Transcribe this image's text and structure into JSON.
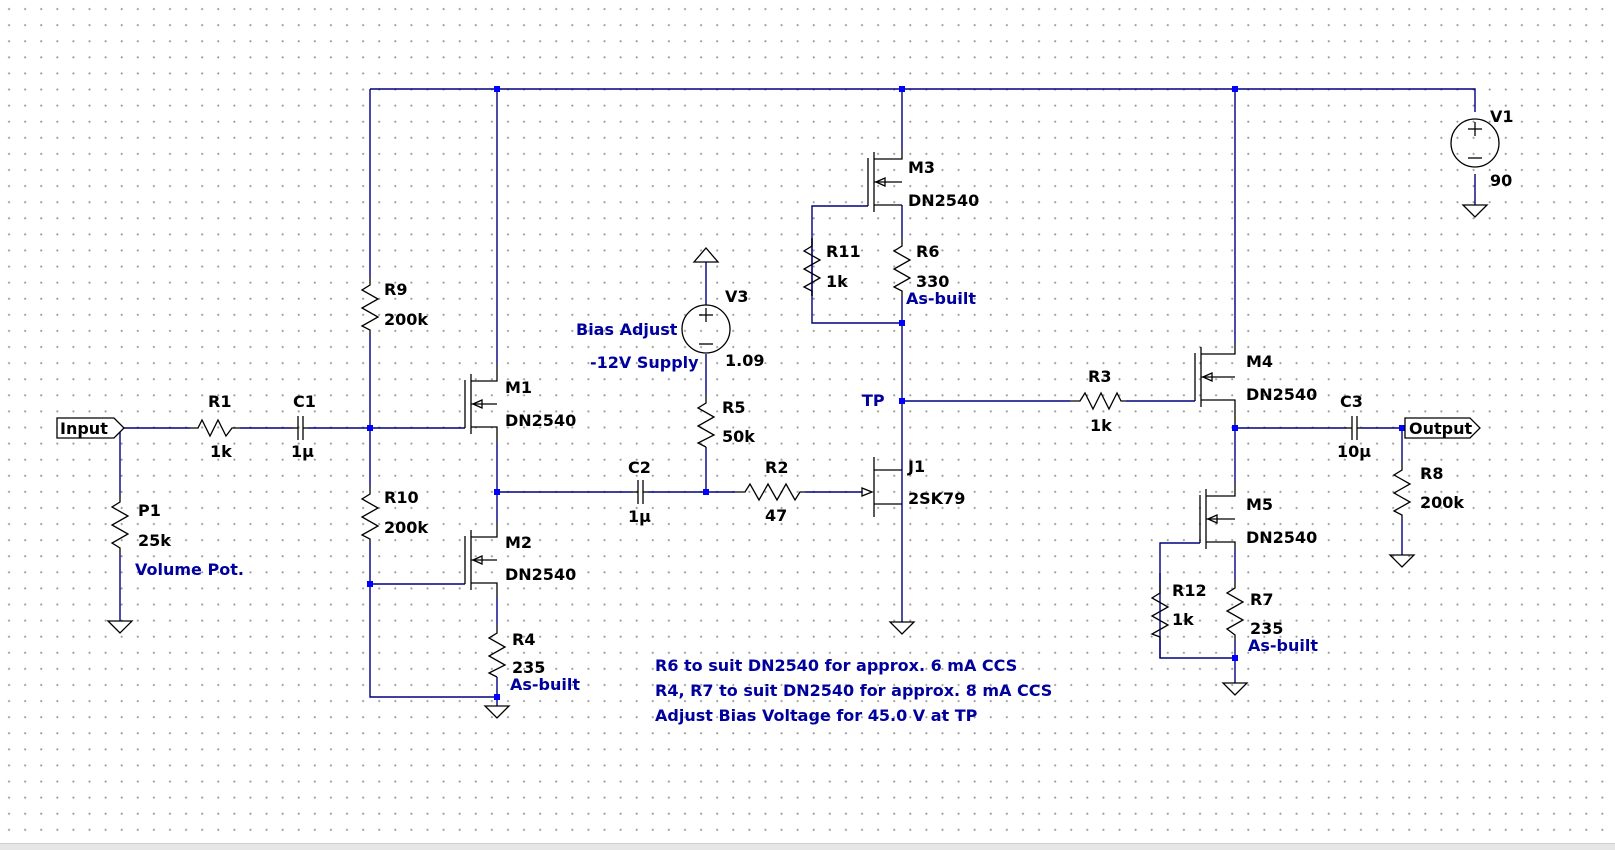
{
  "ports": {
    "input": "Input",
    "output": "Output"
  },
  "components": {
    "V1": {
      "name": "V1",
      "value": "90"
    },
    "V3": {
      "name": "V3",
      "value": "1.09",
      "note1": "Bias Adjust",
      "note2": "-12V Supply"
    },
    "R1": {
      "name": "R1",
      "value": "1k"
    },
    "C1": {
      "name": "C1",
      "value": "1µ"
    },
    "P1": {
      "name": "P1",
      "value": "25k",
      "note": "Volume Pot."
    },
    "R9": {
      "name": "R9",
      "value": "200k"
    },
    "R10": {
      "name": "R10",
      "value": "200k"
    },
    "M1": {
      "name": "M1",
      "value": "DN2540"
    },
    "M2": {
      "name": "M2",
      "value": "DN2540"
    },
    "R4": {
      "name": "R4",
      "value": "235",
      "note": "As-built"
    },
    "C2": {
      "name": "C2",
      "value": "1µ"
    },
    "R5": {
      "name": "R5",
      "value": "50k"
    },
    "R2": {
      "name": "R2",
      "value": "47"
    },
    "J1": {
      "name": "J1",
      "value": "2SK79"
    },
    "M3": {
      "name": "M3",
      "value": "DN2540"
    },
    "R11": {
      "name": "R11",
      "value": "1k"
    },
    "R6": {
      "name": "R6",
      "value": "330",
      "note": "As-built"
    },
    "R3": {
      "name": "R3",
      "value": "1k"
    },
    "M4": {
      "name": "M4",
      "value": "DN2540"
    },
    "M5": {
      "name": "M5",
      "value": "DN2540"
    },
    "R12": {
      "name": "R12",
      "value": "1k"
    },
    "R7": {
      "name": "R7",
      "value": "235",
      "note": "As-built"
    },
    "C3": {
      "name": "C3",
      "value": "10µ"
    },
    "R8": {
      "name": "R8",
      "value": "200k"
    }
  },
  "net_labels": {
    "tp": "TP"
  },
  "notes": [
    "R6 to suit DN2540 for approx. 6 mA CCS",
    "R4, R7 to suit DN2540 for approx. 8 mA CCS",
    "Adjust Bias Voltage for 45.0 V at TP"
  ],
  "colors": {
    "wire": "#00007f",
    "junction": "#0000ff",
    "annotation": "#00009e",
    "component": "#000000"
  }
}
